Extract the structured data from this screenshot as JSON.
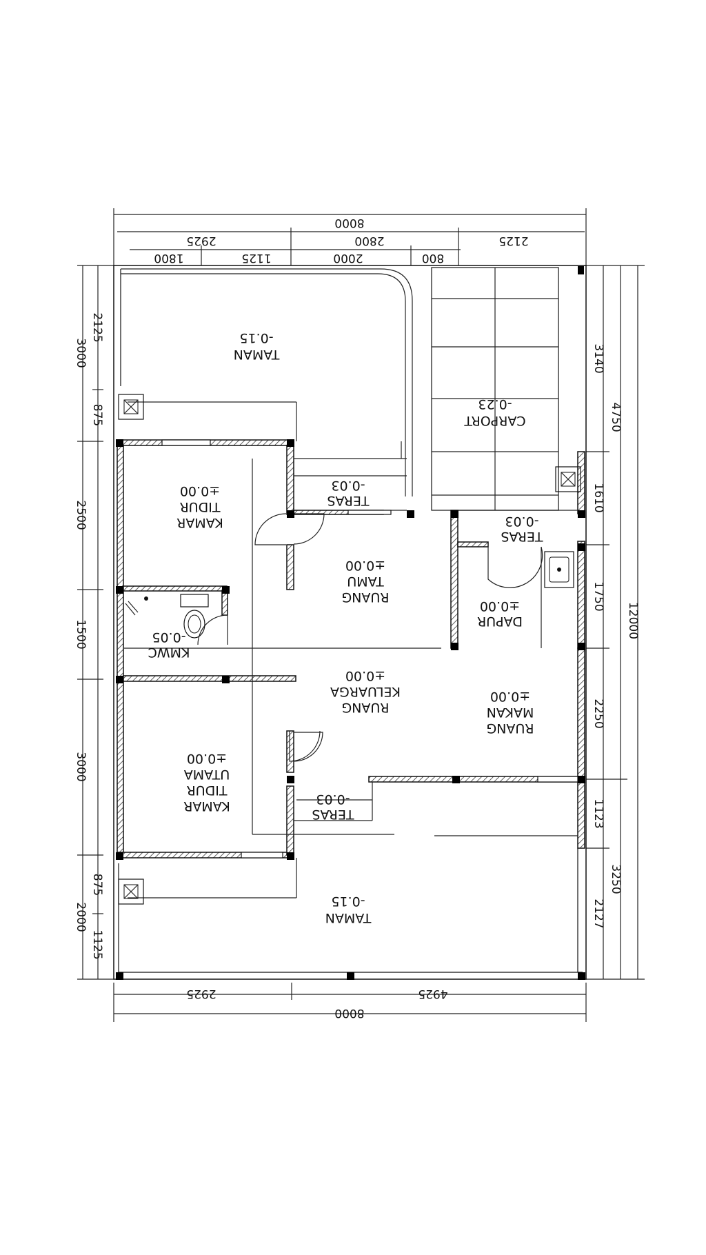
{
  "dimensions": {
    "top_total": "8000",
    "top_row1": [
      "2925",
      "2800",
      "2125"
    ],
    "top_row2": [
      "1800",
      "1125",
      "2000",
      "800"
    ],
    "bottom_row": [
      "2925",
      "4925"
    ],
    "bottom_total": "8000",
    "left": [
      "2125",
      "3000",
      "875",
      "2500",
      "1500",
      "3000",
      "875",
      "2000",
      "1125"
    ],
    "right_inner": [
      "3140",
      "1610",
      "1750",
      "2250",
      "1123",
      "2127"
    ],
    "right_middle": [
      "4750",
      "3250"
    ],
    "right_total": "12000"
  },
  "rooms": {
    "taman_top": {
      "name": "TAMAN",
      "level": "-0.15"
    },
    "carport": {
      "name": "CARPORT",
      "level": "-0.23"
    },
    "kamar_tidur": {
      "line1": "KAMAR",
      "line2": "TIDUR",
      "level": "±0.00"
    },
    "teras_tamu": {
      "name": "TERAS",
      "level": "-0.03"
    },
    "teras_dapur": {
      "name": "TERAS",
      "level": "-0.03"
    },
    "ruang_tamu": {
      "line1": "RUANG",
      "line2": "TAMU",
      "level": "±0.00"
    },
    "dapur": {
      "name": "DAPUR",
      "level": "±0.00"
    },
    "kmwc": {
      "name": "KMWC",
      "level": "-0.05"
    },
    "ruang_keluarga": {
      "line1": "RUANG",
      "line2": "KELUARGA",
      "level": "±0.00"
    },
    "ruang_makan": {
      "line1": "RUANG",
      "line2": "MAKAN",
      "level": "±0.00"
    },
    "kamar_utama": {
      "line1": "KAMAR",
      "line2": "TIDUR",
      "line3": "UTAMA",
      "level": "±0.00"
    },
    "teras_utama": {
      "name": "TERAS",
      "level": "-0.03"
    },
    "taman_bottom": {
      "name": "TAMAN",
      "level": "-0.15"
    }
  }
}
